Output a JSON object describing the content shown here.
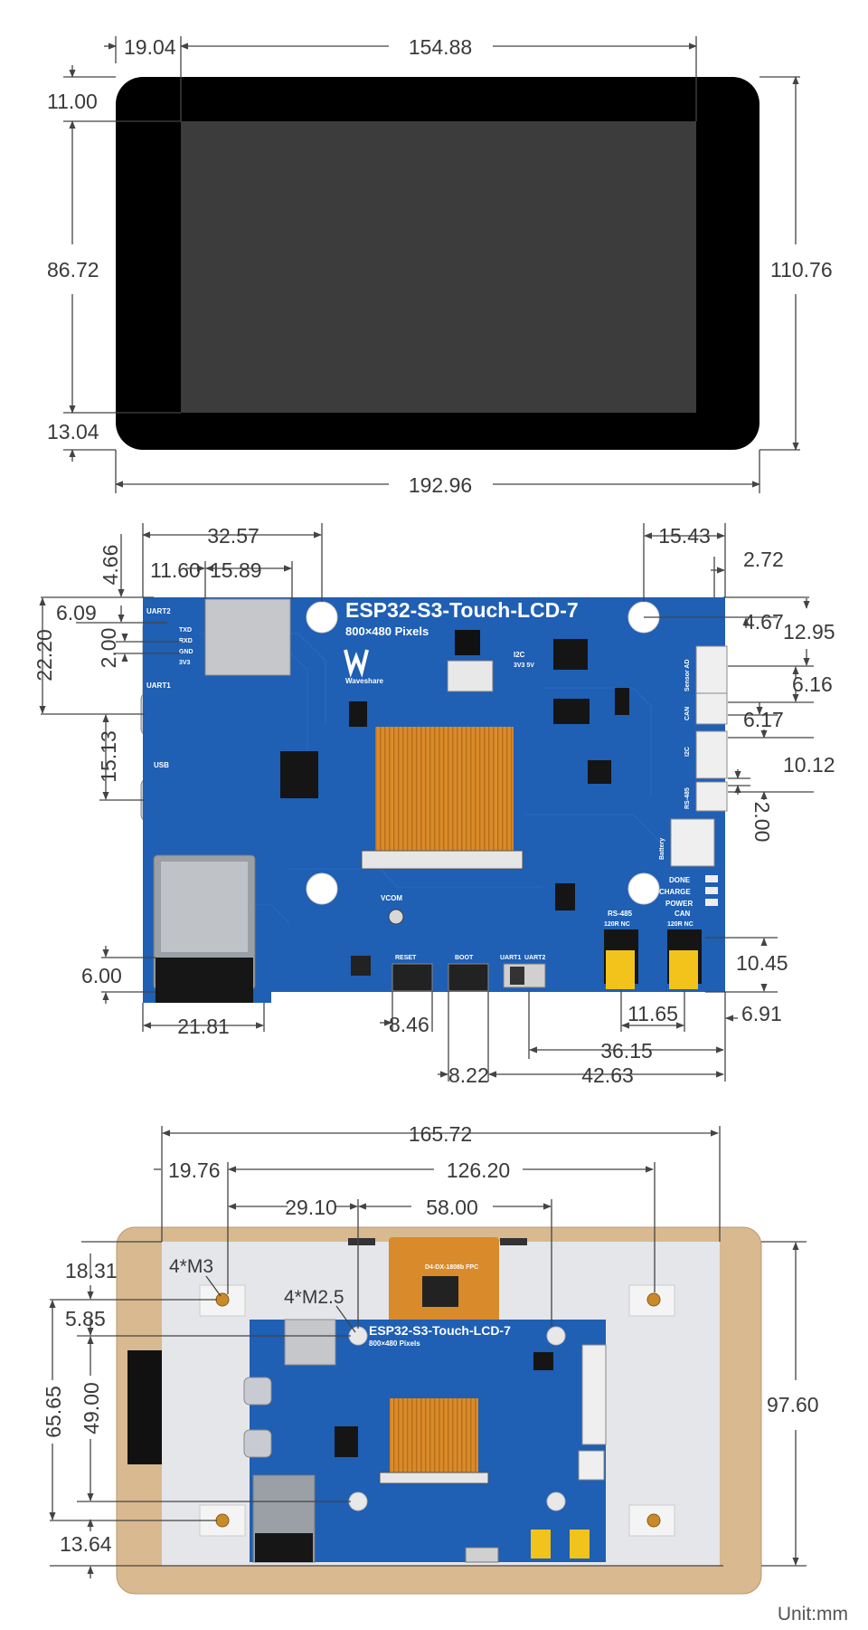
{
  "front_view": {
    "dims": {
      "screen_offset_left": "19.04",
      "screen_width": "154.88",
      "screen_offset_top": "11.00",
      "screen_height": "86.72",
      "screen_offset_bottom": "13.04",
      "total_height": "110.76",
      "total_width": "192.96"
    }
  },
  "board_view": {
    "board_title": "ESP32-S3-Touch-LCD-7",
    "board_subtitle": "800×480 Pixels",
    "logo_text": "Waveshare",
    "silk": {
      "uart2": "UART2",
      "txd": "TXD",
      "rxd": "RXD",
      "gnd": "GND",
      "v33": "3V3",
      "uart1": "UART1",
      "usb": "USB",
      "i2c": "I2C",
      "i2c_volt": "3V3 5V",
      "sensor_ad": "Sensor AD",
      "can": "CAN",
      "i2c_side": "I2C",
      "rs485": "RS-485",
      "battery": "Battery",
      "done": "DONE",
      "charge": "CHARGE",
      "power": "POWER",
      "vcom": "VCOM",
      "reset": "RESET",
      "boot": "BOOT",
      "uart1_sw": "UART1",
      "uart2_sw": "UART2",
      "rs485_jumper": "RS-485",
      "rs485_res": "120R  NC",
      "can_jumper": "CAN",
      "can_res": "120R  NC"
    },
    "dims": {
      "d_32_57": "32.57",
      "d_11_60": "11.60",
      "d_15_89": "15.89",
      "d_4_66": "4.66",
      "d_6_09": "6.09",
      "d_22_20": "22.20",
      "d_2_00_left": "2.00",
      "d_15_13": "15.13",
      "d_15_43": "15.43",
      "d_2_72": "2.72",
      "d_4_67": "4.67",
      "d_12_95": "12.95",
      "d_6_16": "6.16",
      "d_6_17": "6.17",
      "d_10_12": "10.12",
      "d_2_00_right": "2.00",
      "d_6_00": "6.00",
      "d_21_81": "21.81",
      "d_8_46": "8.46",
      "d_8_22": "8.22",
      "d_36_15": "36.15",
      "d_42_63": "42.63",
      "d_11_65": "11.65",
      "d_10_45": "10.45",
      "d_6_91": "6.91"
    }
  },
  "back_view": {
    "board_title": "ESP32-S3-Touch-LCD-7",
    "board_subtitle": "800×480 Pixels",
    "fpc_text": "D4-DX-1808b FPC",
    "labels": {
      "m3": "4*M3",
      "m25": "4*M2.5"
    },
    "dims": {
      "d_165_72": "165.72",
      "d_19_76": "19.76",
      "d_126_20": "126.20",
      "d_29_10": "29.10",
      "d_58_00": "58.00",
      "d_18_31": "18.31",
      "d_5_85": "5.85",
      "d_65_65": "65.65",
      "d_49_00": "49.00",
      "d_97_60": "97.60",
      "d_13_64": "13.64"
    }
  },
  "unit_label": "Unit:mm",
  "colors": {
    "pcb_blue": "#1f5fb4",
    "frame_wood": "#d9b98f",
    "plate_grey": "#e4e6ea",
    "fpc_orange": "#d98a2a",
    "jumper_yellow": "#f2c31b",
    "screen_black": "#000000",
    "screen_grey": "#3c3c3c"
  }
}
